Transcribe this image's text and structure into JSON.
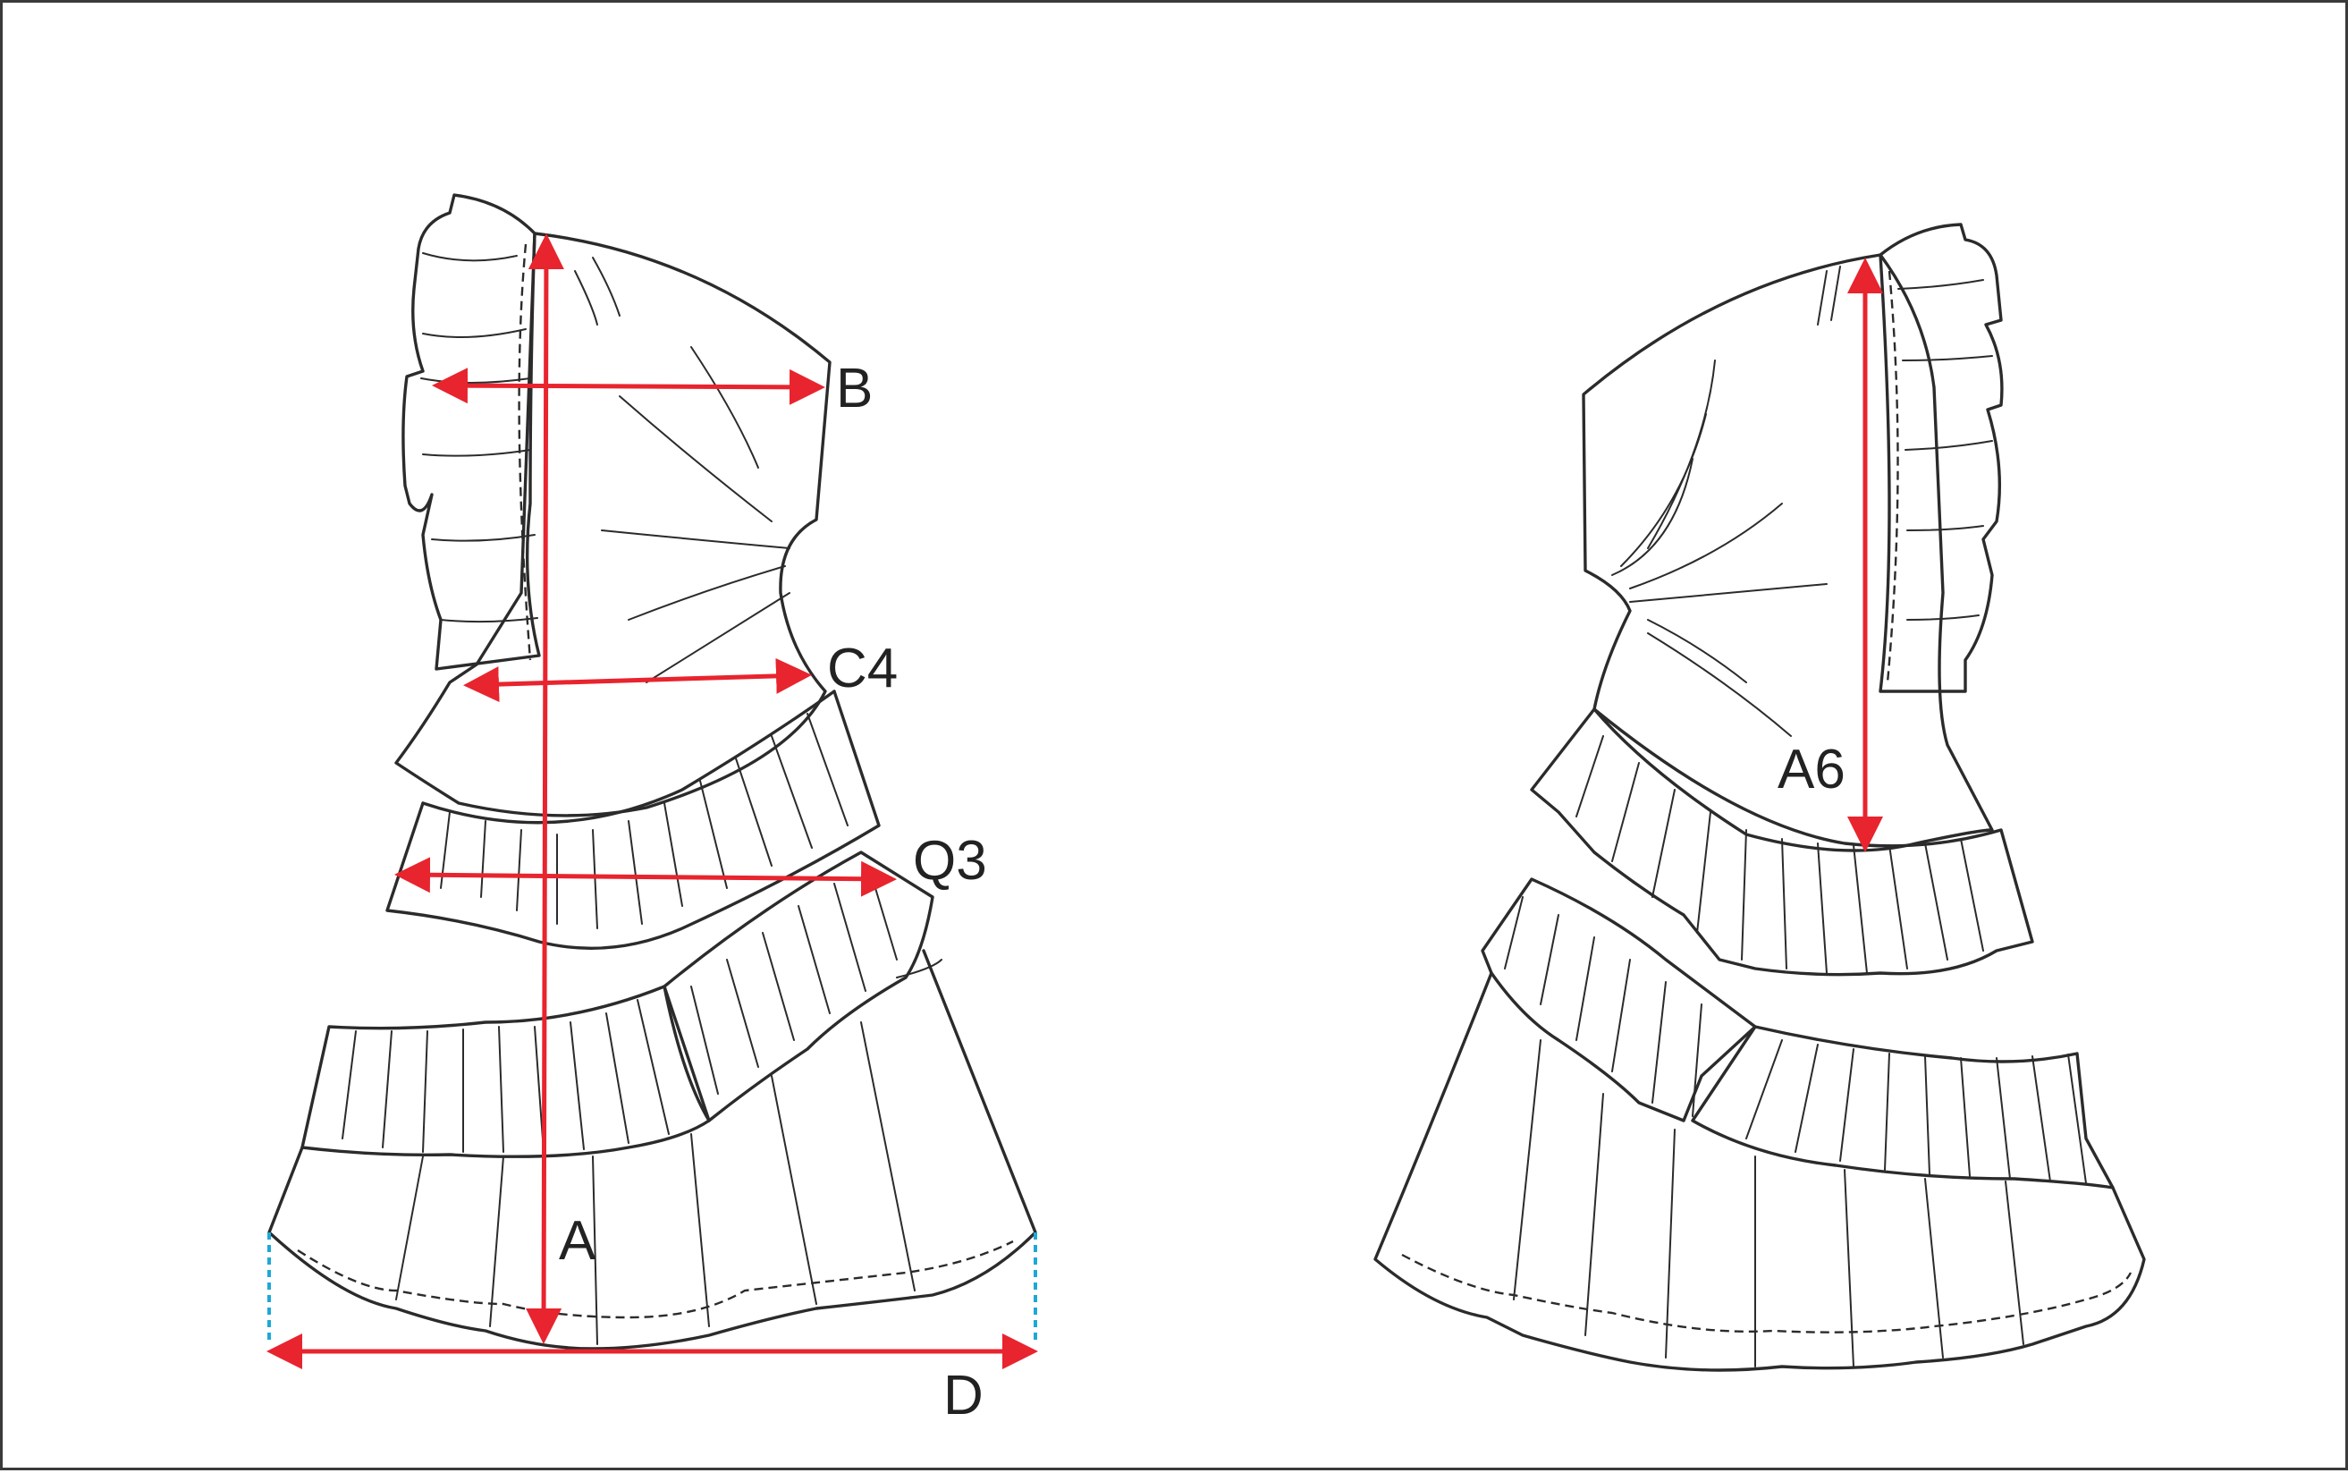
{
  "colors": {
    "garment_line": "#2b2b2b",
    "measurement_arrow": "#e8242e",
    "hem_guide": "#1ea8d8",
    "frame_border": "#3a3a3a"
  },
  "front_view": {
    "labels": {
      "body_length": "A",
      "chest_width": "B",
      "waist_width": "C4",
      "hip_width": "Q3",
      "hem_sweep": "D"
    }
  },
  "back_view": {
    "labels": {
      "back_length": "A6"
    }
  }
}
